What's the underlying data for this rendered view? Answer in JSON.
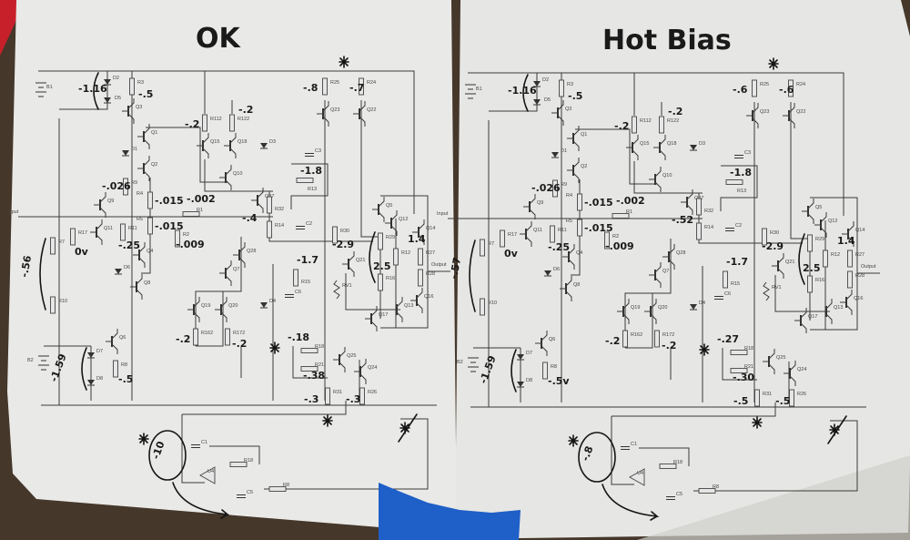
{
  "sheets": [
    {
      "title": "OK",
      "annotations": [
        "-1.16",
        "-.5",
        "-.026",
        "-.015",
        "-.015",
        "-.002",
        "-.009",
        "-.25",
        "0v",
        "-.56",
        "-1.59",
        "-.5",
        "-.2",
        "-.2",
        "-.4",
        "-1.8",
        "-.8",
        "-.7",
        "-2.9",
        "-1.7",
        "1.4",
        "2.5",
        "-.18",
        "-.38",
        "-.3",
        "-.3",
        "-.2",
        "-.2",
        "-10"
      ]
    },
    {
      "title": "Hot Bias",
      "annotations": [
        "-1.16",
        "-.5",
        "-.026",
        "-.015",
        "-.015",
        "-.002",
        "-.009",
        "-.25",
        "0v",
        "-.57",
        "-1.59",
        "-.5v",
        "-.2",
        "-.2",
        "-.52",
        "-1.8",
        "-.6",
        "-.6",
        "-2.9",
        "-1.7",
        "1.4",
        "2.5",
        "-.27",
        "-.30",
        "-.5",
        "-.5",
        "-.2",
        "-.2",
        "-.8"
      ]
    }
  ],
  "schematic": {
    "input_label": "Input",
    "output_label": "Output",
    "components": [
      "B1",
      "D2",
      "D5",
      "R3",
      "Q3",
      "Q1",
      "D1",
      "Q2",
      "R9",
      "Q9",
      "Q11",
      "R17",
      "R4",
      "R5",
      "R1",
      "R2",
      "R11",
      "Q4",
      "D6",
      "Q8",
      "R7",
      "R10",
      "Q6",
      "D7",
      "D8",
      "R8",
      "B2",
      "R112",
      "R122",
      "Q15",
      "Q18",
      "D3",
      "Q10",
      "Q27",
      "R32",
      "R14",
      "C2",
      "Q28",
      "Q7",
      "Q19",
      "Q20",
      "R162",
      "R172",
      "D4",
      "R25",
      "R24",
      "Q23",
      "Q22",
      "C3",
      "R13",
      "R30",
      "Q21",
      "RV1",
      "R15",
      "C6",
      "Q5",
      "Q12",
      "Q14",
      "R29",
      "R12",
      "R27",
      "R16",
      "R28",
      "Q17",
      "Q13",
      "Q16",
      "R18",
      "R21",
      "Q25",
      "Q24",
      "R31",
      "R26",
      "C1",
      "U4",
      "R18",
      "C5",
      "R8"
    ]
  },
  "colors": {
    "paper": "#e9e9e7",
    "ink": "#151515",
    "tape": "#1f5fc8",
    "wood": "#45372a",
    "pen": "#c8202a"
  }
}
